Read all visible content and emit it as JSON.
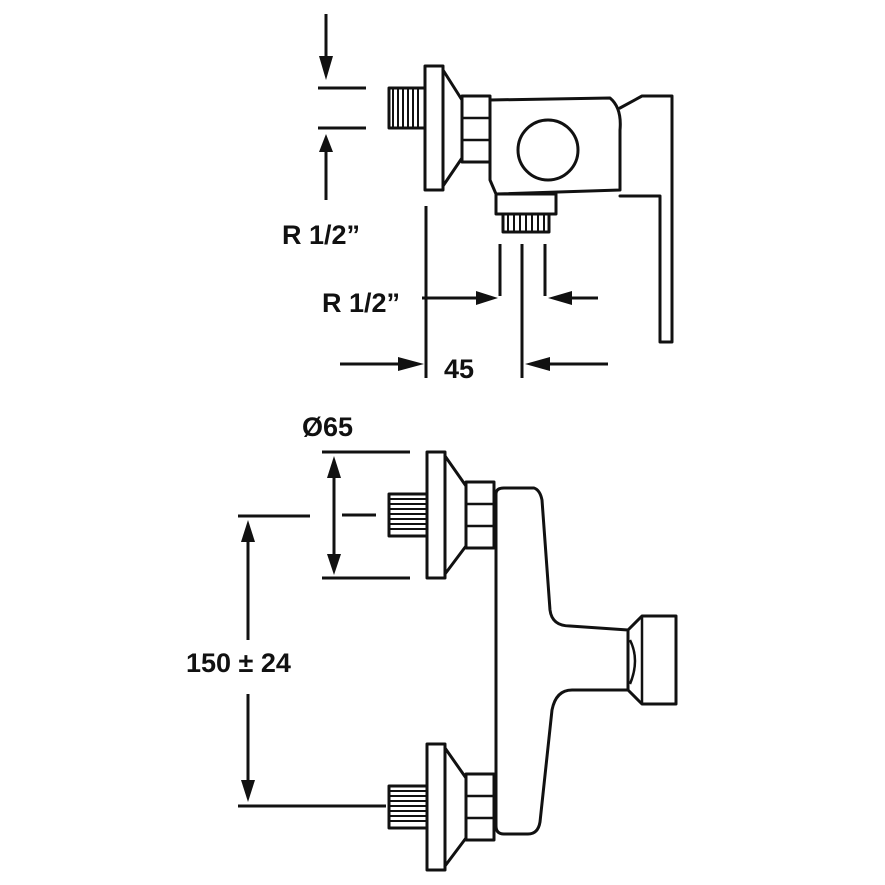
{
  "labels": {
    "thread_inlet": "R 1/2”",
    "thread_outlet": "R 1/2”",
    "offset": "45",
    "diameter": "Ø65",
    "spacing": "150 ± 24"
  }
}
